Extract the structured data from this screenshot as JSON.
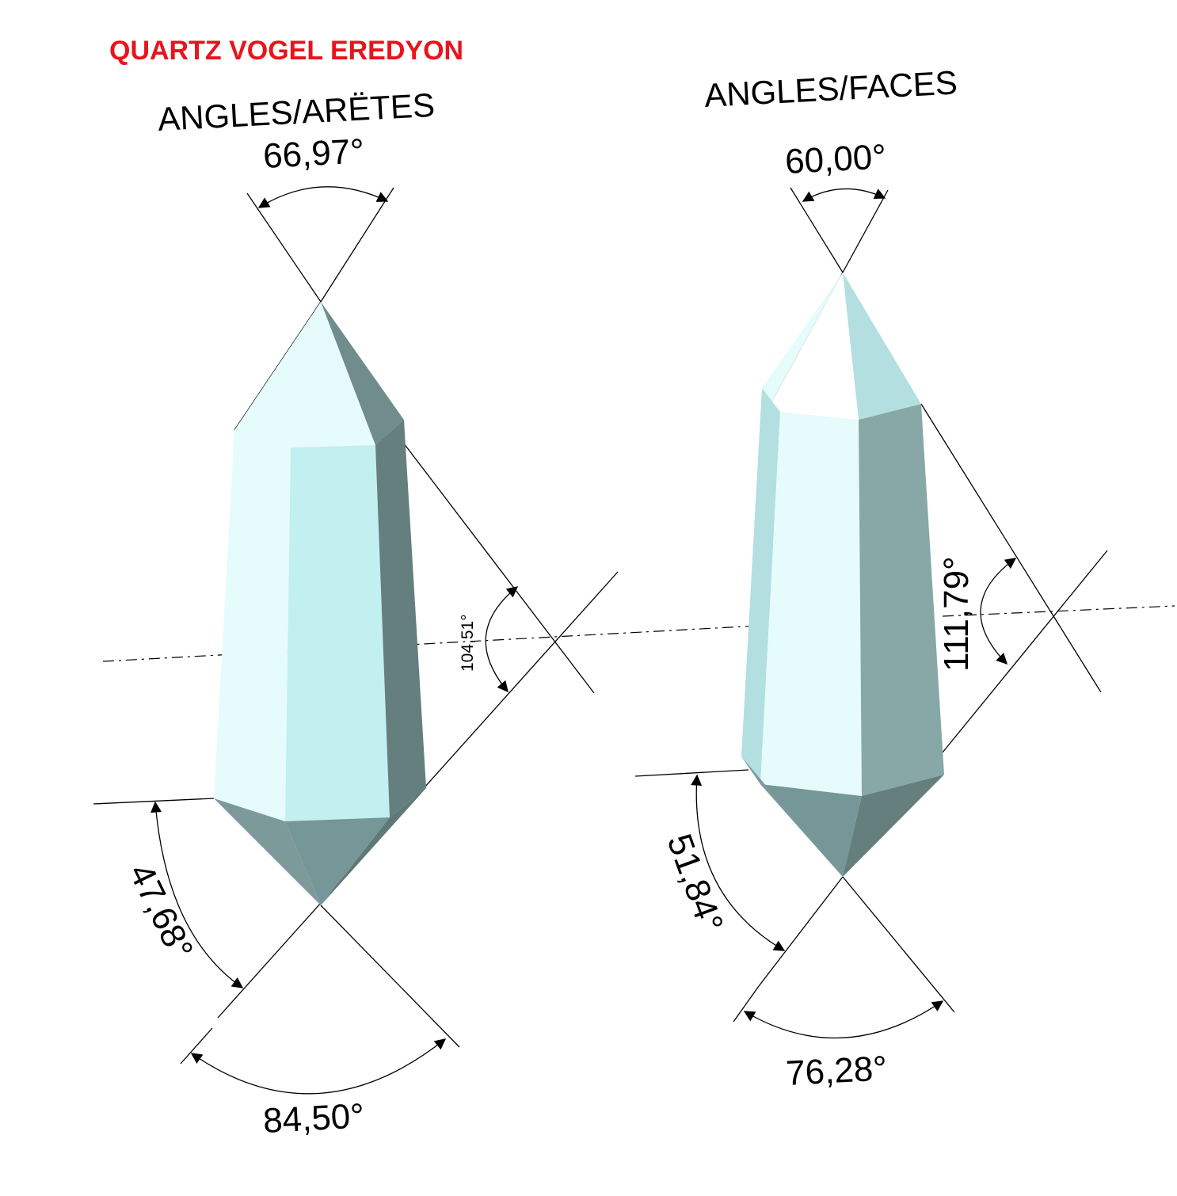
{
  "title": "QUARTZ VOGEL EREDYON",
  "left_panel": {
    "heading": "ANGLES/ARËTES",
    "top_angle": "66,97°",
    "side_angle": "104,51°",
    "lower_left_angle": "47,68°",
    "bottom_angle": "84,50°"
  },
  "right_panel": {
    "heading": "ANGLES/FACES",
    "top_angle": "60,00°",
    "side_angle": "111,79°",
    "lower_left_angle": "51,84°",
    "bottom_angle": "76,28°"
  },
  "colors": {
    "title": "#e8141c",
    "face_white": "#e6fbfb",
    "face_light": "#c2eff0",
    "face_mid": "#b3dfe0",
    "face_dark": "#87a8a7",
    "face_darker": "#657e7e",
    "face_bottom": "#759797"
  }
}
